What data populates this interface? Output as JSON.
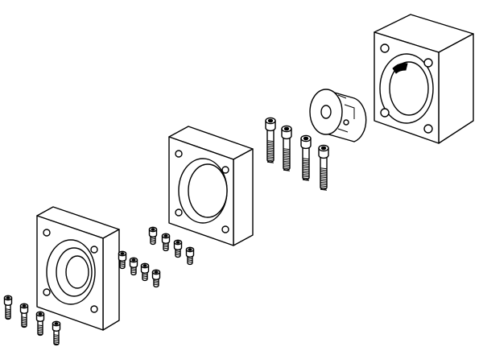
{
  "drawing": {
    "background_color": "#ffffff",
    "line_color": "#000000",
    "parts": [
      {
        "id": "adapter-plate-small",
        "kind": "flange-plate"
      },
      {
        "id": "adapter-plate-large",
        "kind": "flange-plate"
      },
      {
        "id": "coupling",
        "kind": "jaw-coupling"
      },
      {
        "id": "coupling-housing",
        "kind": "housing"
      },
      {
        "id": "screws-set-a",
        "kind": "screws",
        "count": 4
      },
      {
        "id": "screws-set-b",
        "kind": "screws",
        "count": 8
      },
      {
        "id": "screws-set-c",
        "kind": "screws",
        "count": 4
      }
    ]
  }
}
